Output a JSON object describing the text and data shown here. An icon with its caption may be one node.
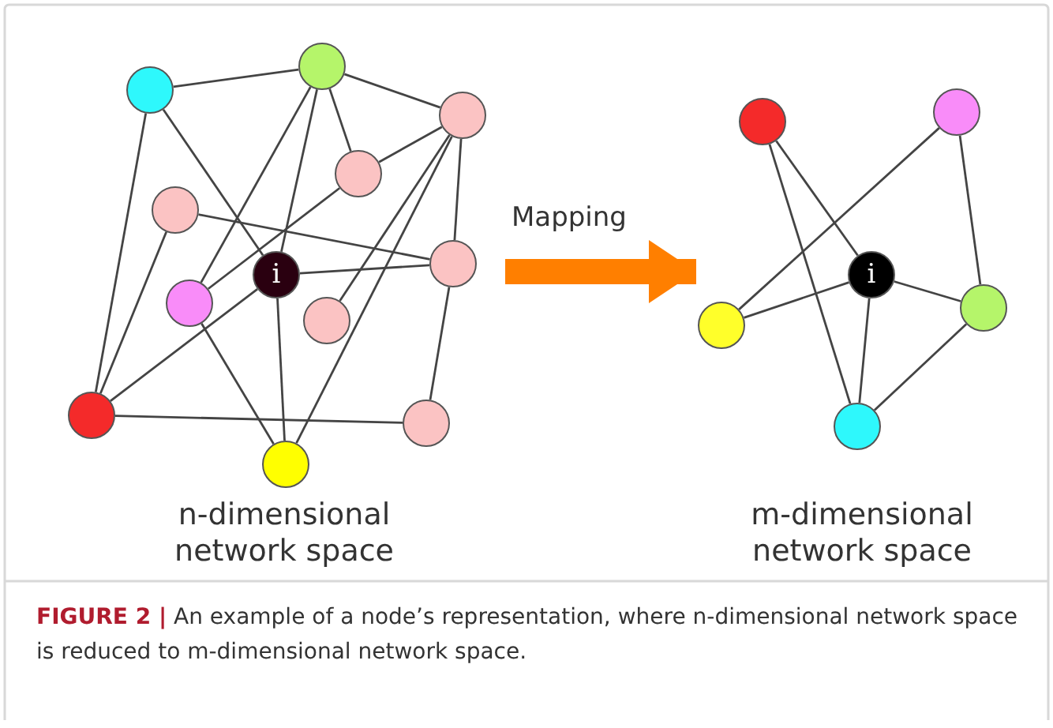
{
  "diagram": {
    "caption": "**FIGURE 2 |** An example of a node’s representation, where n-dimensional network space is reduced to m-dimensional network space.",
    "nodes": [
      {
        "text": [
          "n-dimensional network space"
        ]
      },
      {
        "text": [],
        "shape": "circle",
        "in": 0
      },
      {
        "text": [],
        "shape": "circle",
        "in": 0
      },
      {
        "text": [],
        "shape": "circle",
        "in": 0
      },
      {
        "text": [],
        "shape": "circle",
        "in": 0
      },
      {
        "text": [],
        "shape": "circle",
        "in": 0
      },
      {
        "text": [],
        "shape": "circle",
        "in": 0
      },
      {
        "text": [
          "i"
        ],
        "in": 0
      },
      {
        "text": [],
        "shape": "circle",
        "in": 0
      },
      {
        "text": [],
        "shape": "circle",
        "in": 0
      },
      {
        "text": [],
        "shape": "circle",
        "in": 0
      },
      {
        "text": [],
        "shape": "circle",
        "in": 0
      },
      {
        "text": [],
        "shape": "circle",
        "in": 0
      },
      {
        "text": [
          "m-dimensional network space"
        ]
      },
      {
        "text": [],
        "shape": "circle",
        "in": 13
      },
      {
        "text": [],
        "shape": "circle",
        "in": 13
      },
      {
        "text": [
          "i"
        ],
        "in": 13
      },
      {
        "text": [],
        "shape": "circle",
        "in": 13
      },
      {
        "text": [],
        "shape": "circle",
        "in": 13
      },
      {
        "text": [],
        "shape": "circle",
        "in": 13
      }
    ],
    "edges": [
      {
        "from": 2,
        "to": 1,
        "arrow": "none"
      },
      {
        "from": 2,
        "to": 10,
        "arrow": "none"
      },
      {
        "from": 2,
        "to": 7,
        "arrow": "none"
      },
      {
        "from": 1,
        "to": 3,
        "arrow": "none"
      },
      {
        "from": 1,
        "to": 4,
        "arrow": "none"
      },
      {
        "from": 1,
        "to": 8,
        "arrow": "none"
      },
      {
        "from": 1,
        "to": 7,
        "arrow": "none"
      },
      {
        "from": 3,
        "to": 4,
        "arrow": "none"
      },
      {
        "from": 3,
        "to": 9,
        "arrow": "none"
      },
      {
        "from": 3,
        "to": 12,
        "arrow": "none"
      },
      {
        "from": 3,
        "to": 6,
        "arrow": "none"
      },
      {
        "from": 5,
        "to": 10,
        "arrow": "none"
      },
      {
        "from": 5,
        "to": 6,
        "arrow": "none"
      },
      {
        "from": 7,
        "to": 6,
        "arrow": "none"
      },
      {
        "from": 7,
        "to": 10,
        "arrow": "none"
      },
      {
        "from": 7,
        "to": 12,
        "arrow": "none"
      },
      {
        "from": 8,
        "to": 4,
        "arrow": "none"
      },
      {
        "from": 8,
        "to": 12,
        "arrow": "none"
      },
      {
        "from": 10,
        "to": 11,
        "arrow": "none"
      },
      {
        "from": 6,
        "to": 11,
        "arrow": "none"
      },
      {
        "from": 15,
        "to": 16,
        "arrow": "none"
      },
      {
        "from": 15,
        "to": 19,
        "arrow": "none"
      },
      {
        "from": 14,
        "to": 18,
        "arrow": "none"
      },
      {
        "from": 14,
        "to": 17,
        "arrow": "none"
      },
      {
        "from": 16,
        "to": 18,
        "arrow": "none"
      },
      {
        "from": 16,
        "to": 17,
        "arrow": "none"
      },
      {
        "from": 16,
        "to": 19,
        "arrow": "none"
      },
      {
        "from": 17,
        "to": 19,
        "arrow": "none"
      },
      {
        "from": 0,
        "to": 13,
        "arrow": "to",
        "label": "Mapping",
        "style": "thick",
        "color": "#ff7f00"
      }
    ]
  }
}
